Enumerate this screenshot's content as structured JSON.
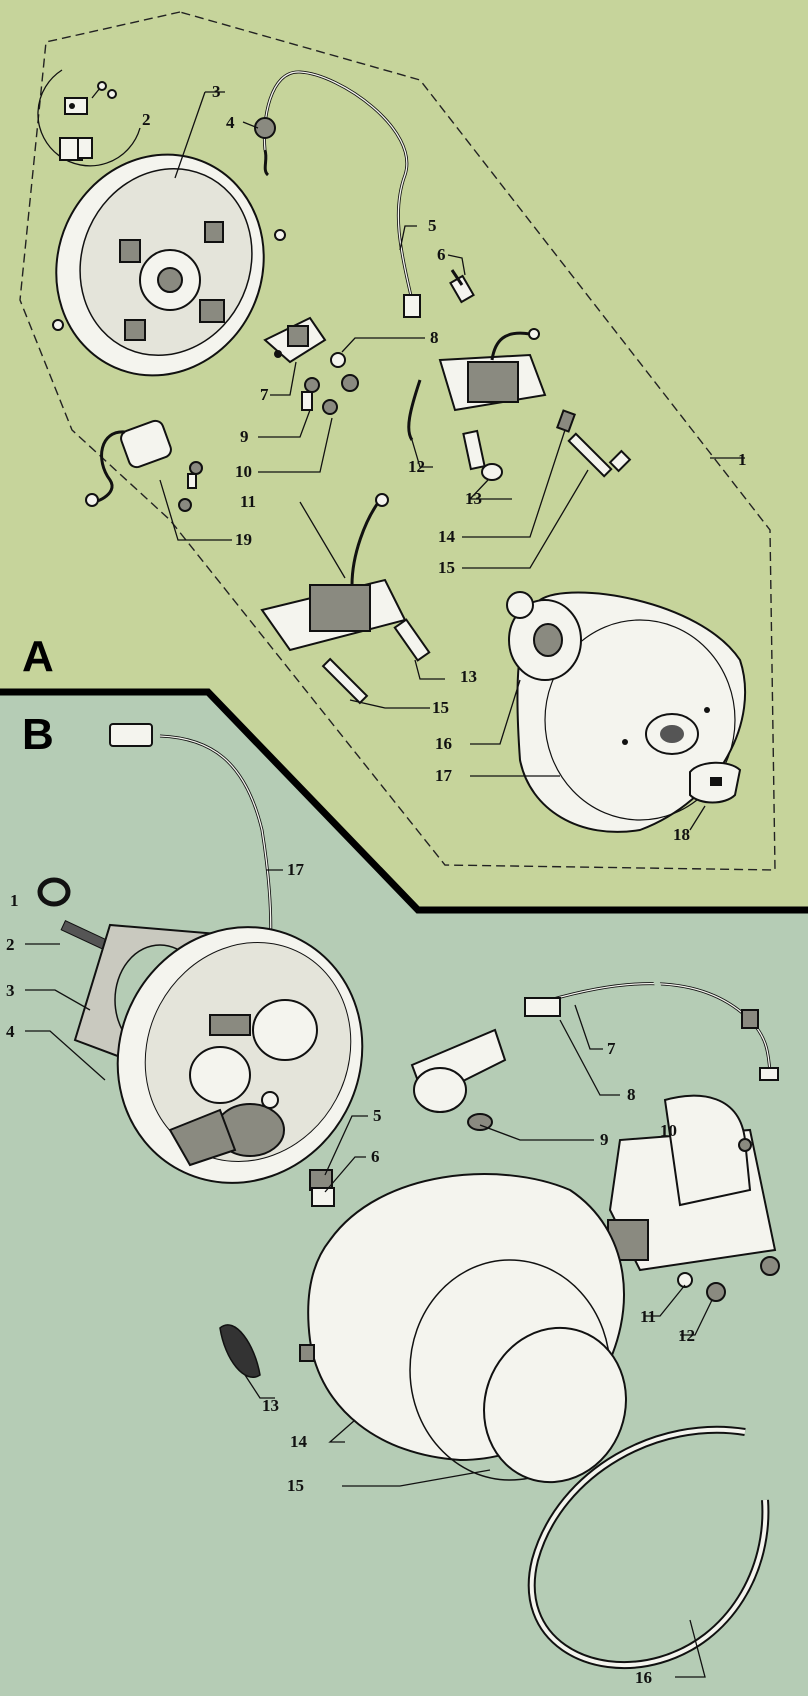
{
  "sections": {
    "a": {
      "letter": "A",
      "fill": "#c6d49b",
      "callouts": [
        "1",
        "2",
        "3",
        "4",
        "5",
        "6",
        "7",
        "8",
        "9",
        "10",
        "11",
        "12",
        "13",
        "13",
        "14",
        "15",
        "15",
        "16",
        "17",
        "18",
        "19"
      ]
    },
    "b": {
      "letter": "B",
      "fill": "#b5ccb5",
      "callouts": [
        "1",
        "2",
        "3",
        "4",
        "5",
        "6",
        "7",
        "8",
        "9",
        "10",
        "11",
        "12",
        "13",
        "14",
        "15",
        "16",
        "17"
      ]
    }
  }
}
